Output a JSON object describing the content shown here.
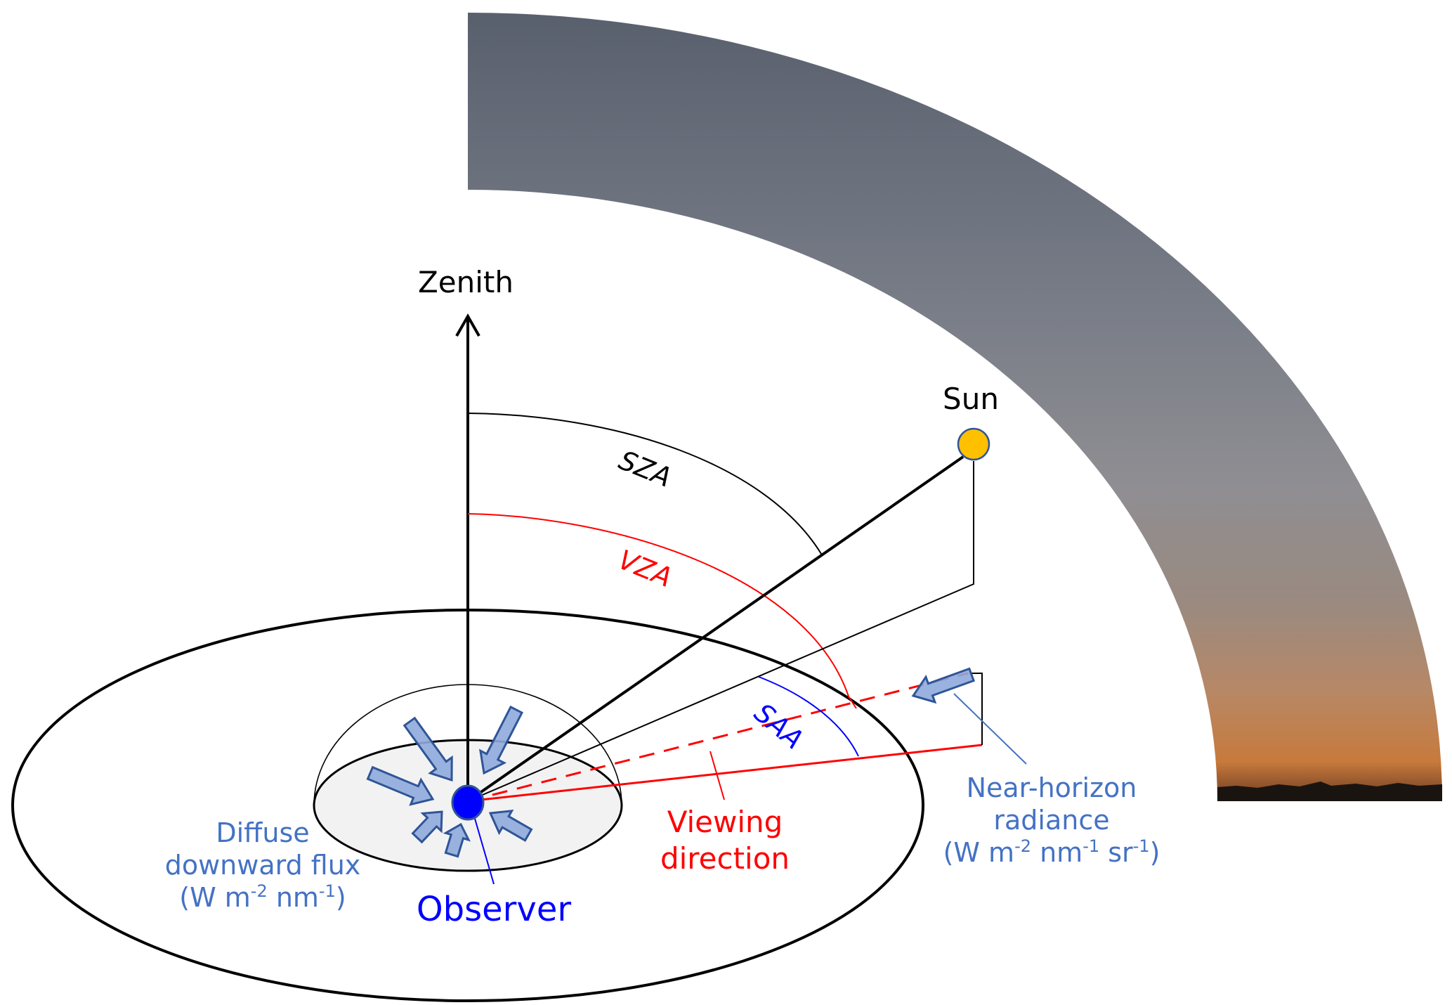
{
  "labels": {
    "zenith": "Zenith",
    "sun": "Sun",
    "sza": "SZA",
    "vza": "VZA",
    "saa": "SAA",
    "viewing_direction": [
      "Viewing",
      "direction"
    ],
    "near_horizon": [
      "Near-horizon",
      "radiance"
    ],
    "near_horizon_units": {
      "base1": "(W m",
      "sup1": "-2",
      "base2": " nm",
      "sup2": "-1",
      "base3": " sr",
      "sup3": "-1",
      "end": ")"
    },
    "diffuse": [
      "Diffuse",
      "downward flux"
    ],
    "diffuse_units": {
      "base1": "(W m",
      "sup1": "-2",
      "base2": " nm",
      "sup2": "-1",
      "end": ")"
    },
    "observer": "Observer"
  },
  "colors": {
    "black": "#000000",
    "red": "#ff0000",
    "blue": "#0000ff",
    "label_blue": "#4472c4",
    "arrow_fill": "#8faadc",
    "arrow_stroke": "#2f5597",
    "sun_fill": "#ffc000",
    "disk_fill": "#f2f2f2"
  }
}
